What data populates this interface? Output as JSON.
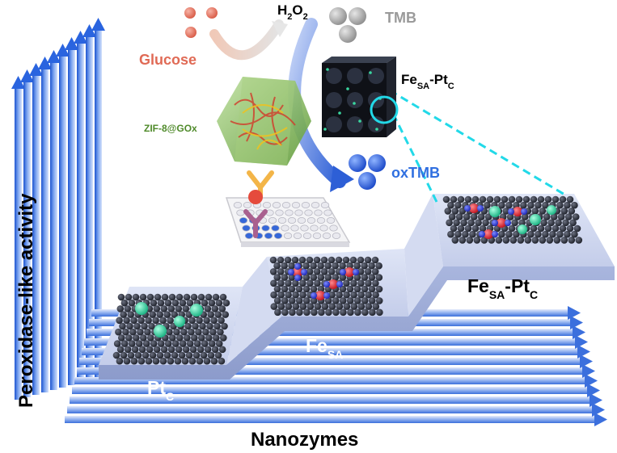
{
  "axes": {
    "y_label": "Peroxidase-like activity",
    "x_label": "Nanozymes"
  },
  "steps": [
    {
      "label_main": "Pt",
      "label_sub": "C"
    },
    {
      "label_main": "Fe",
      "label_sub": "SA"
    },
    {
      "label_main": "Fe",
      "label_sub": "SA",
      "label_mid": "-Pt",
      "label_sub2": "C"
    }
  ],
  "inset": {
    "glucose": "Glucose",
    "h2o2_main": "H",
    "h2o2_sub1": "2",
    "h2o2_mid": "O",
    "h2o2_sub2": "2",
    "tmb": "TMB",
    "zif": "ZIF-8@GOx",
    "catalyst_main": "Fe",
    "catalyst_sub": "SA",
    "catalyst_mid": "-Pt",
    "catalyst_sub2": "C",
    "oxtmb": "oxTMB"
  },
  "colors": {
    "axis_blue": "#2f6fe0",
    "platform": "#c9d3ee",
    "glucose": "#e06a55",
    "tmb": "#9a9a9a",
    "zif": "#4f8a2a",
    "oxtmb": "#2f6fe0",
    "pt_cluster": "#3ad7a0",
    "fe_atom": "#e0303a",
    "n_atom": "#2a3fd8",
    "c_atom": "#2b2f3a"
  }
}
